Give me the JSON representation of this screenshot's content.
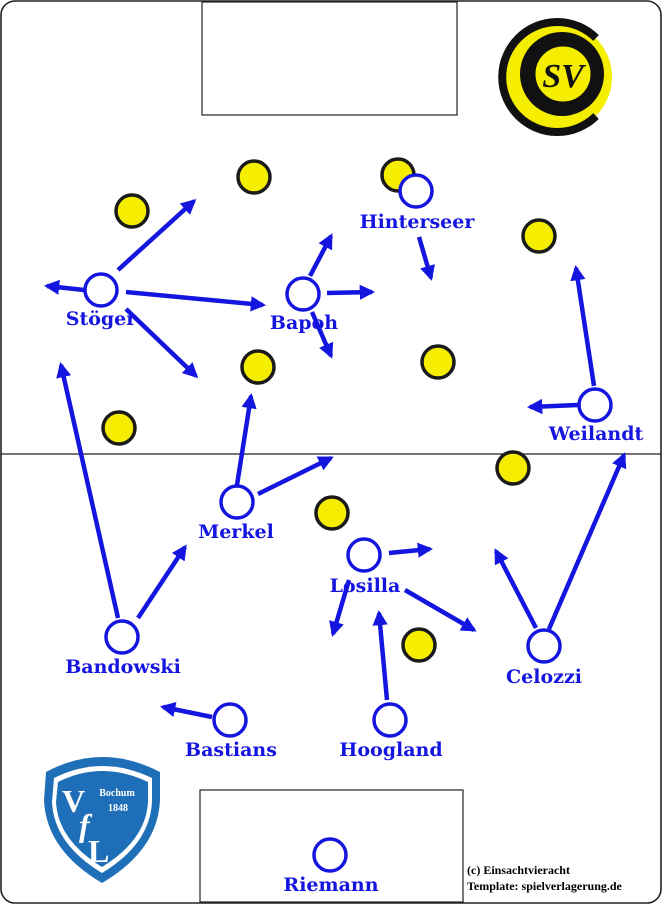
{
  "colors": {
    "home_team": "#1515e0",
    "opponent": "#f5ee00",
    "opponent_outline": "#1a1a1a",
    "lines": "#222222",
    "vfl_badge": "#1f6fb8"
  },
  "home_players": [
    {
      "id": "stoeger",
      "name": "Stöger"
    },
    {
      "id": "bapoh",
      "name": "Bapoh"
    },
    {
      "id": "hinterseer",
      "name": "Hinterseer"
    },
    {
      "id": "weilandt",
      "name": "Weilandt"
    },
    {
      "id": "merkel",
      "name": "Merkel"
    },
    {
      "id": "losilla",
      "name": "Losilla"
    },
    {
      "id": "bandowski",
      "name": "Bandowski"
    },
    {
      "id": "celozzi",
      "name": "Celozzi"
    },
    {
      "id": "bastians",
      "name": "Bastians"
    },
    {
      "id": "hoogland",
      "name": "Hoogland"
    },
    {
      "id": "riemann",
      "name": "Riemann"
    }
  ],
  "opponent_logo": {
    "text": "SV",
    "icon": "sv-crest-icon"
  },
  "home_logo": {
    "name": "Bochum",
    "year": "1848",
    "letters": "VfL",
    "icon": "vfl-bochum-crest-icon"
  },
  "credits": {
    "line1": "(c) Einsachtvieracht",
    "line2": "Template: spielverlagerung.de"
  }
}
